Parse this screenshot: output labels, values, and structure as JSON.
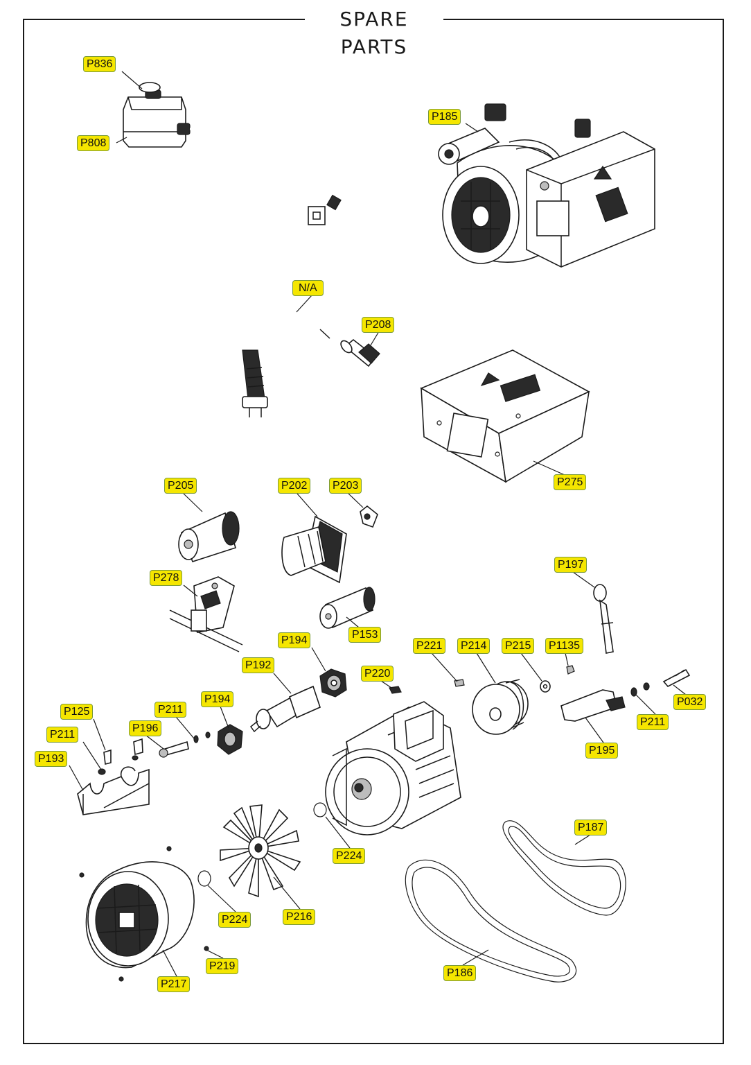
{
  "title": "SPARE PARTS",
  "colors": {
    "label_fill": "#f5e600",
    "label_border": "#7a9a3a",
    "line": "#1a1a1a"
  },
  "labels": {
    "p836": "P836",
    "p808": "P808",
    "p185": "P185",
    "na": "N/A",
    "p208": "P208",
    "p275": "P275",
    "p205": "P205",
    "p202": "P202",
    "p203": "P203",
    "p197": "P197",
    "p278": "P278",
    "p153": "P153",
    "p194a": "P194",
    "p221": "P221",
    "p214": "P214",
    "p215": "P215",
    "p1135": "P1135",
    "p192": "P192",
    "p220": "P220",
    "p032": "P032",
    "p125": "P125",
    "p211a": "P211",
    "p194b": "P194",
    "p211b": "P211",
    "p196": "P196",
    "p211c": "P211",
    "p195": "P195",
    "p193": "P193",
    "p187": "P187",
    "p224a": "P224",
    "p224b": "P224",
    "p216": "P216",
    "p219": "P219",
    "p217": "P217",
    "p186": "P186"
  }
}
